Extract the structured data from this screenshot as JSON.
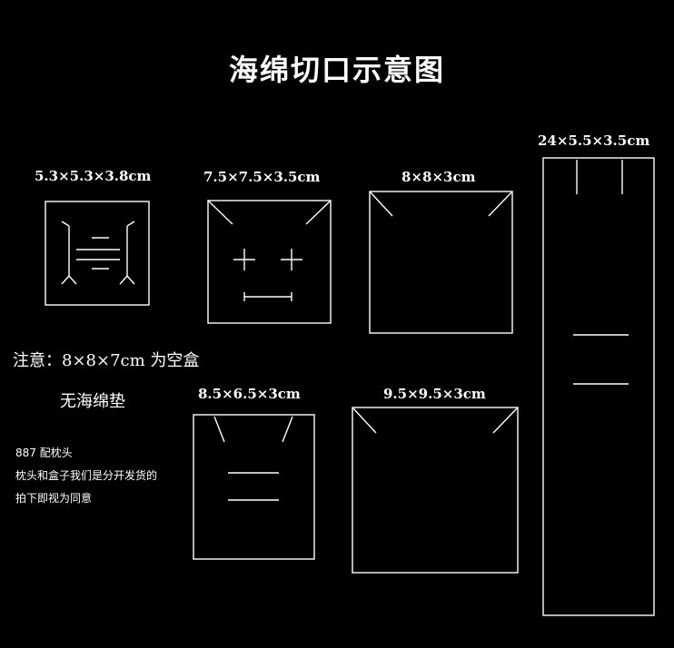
{
  "title": "海绵切口示意图",
  "boxes": [
    {
      "id": "box-1",
      "dimension": "5.3×5.3×3.8cm"
    },
    {
      "id": "box-2",
      "dimension": "7.5×7.5×3.5cm"
    },
    {
      "id": "box-3",
      "dimension": "8×8×3cm"
    },
    {
      "id": "box-4",
      "dimension": "24×5.5×3.5cm"
    },
    {
      "id": "box-5",
      "dimension": "8.5×6.5×3cm"
    },
    {
      "id": "box-6",
      "dimension": "9.5×9.5×3cm"
    }
  ],
  "notes": {
    "empty_box_line1": "注意：8×8×7cm 为空盒",
    "empty_box_line2": "无海绵垫",
    "pillow_line1": "887 配枕头",
    "pillow_line2": "枕头和盒子我们是分开发货的",
    "pillow_line3": "拍下即视为同意"
  },
  "colors": {
    "background": "#000000",
    "lines": "#ffffff"
  }
}
